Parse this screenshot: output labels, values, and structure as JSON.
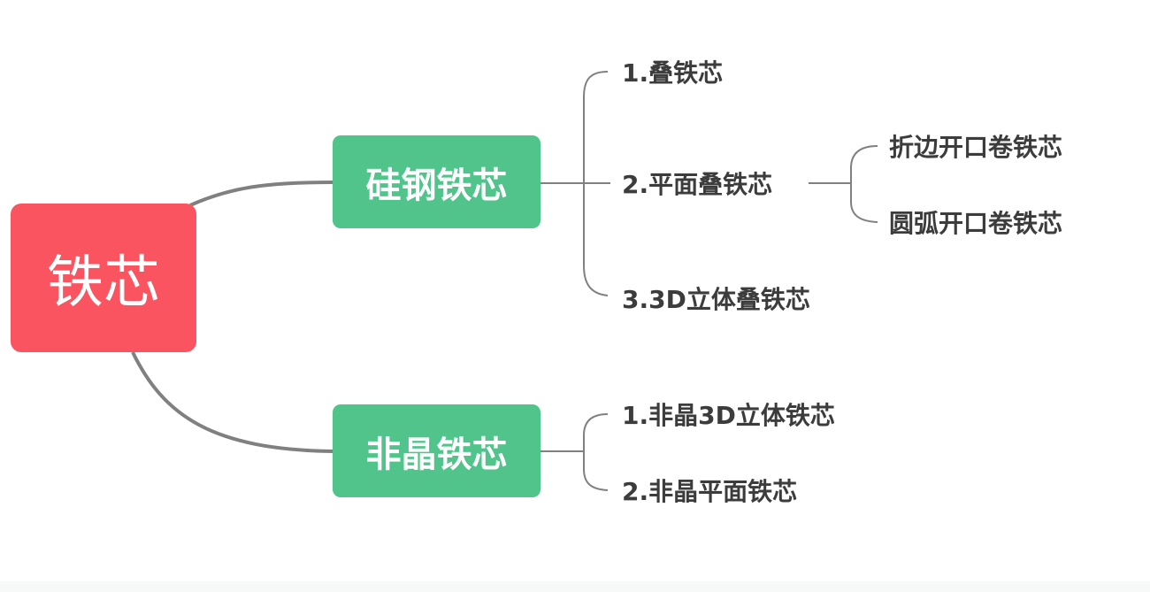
{
  "root": {
    "label": "铁芯"
  },
  "branches": [
    {
      "label": "硅钢铁芯",
      "children": [
        {
          "label": "1.叠铁芯"
        },
        {
          "label": "2.平面叠铁芯",
          "children": [
            {
              "label": "折边开口卷铁芯"
            },
            {
              "label": "圆弧开口卷铁芯"
            }
          ]
        },
        {
          "label": "3.3D立体叠铁芯"
        }
      ]
    },
    {
      "label": "非晶铁芯",
      "children": [
        {
          "label": "1.非晶3D立体铁芯"
        },
        {
          "label": "2.非晶平面铁芯"
        }
      ]
    }
  ],
  "colors": {
    "root_fill": "#fa5460",
    "branch_fill": "#50c48a",
    "connector": "#808080",
    "leaf_text": "#3c3c3c"
  }
}
